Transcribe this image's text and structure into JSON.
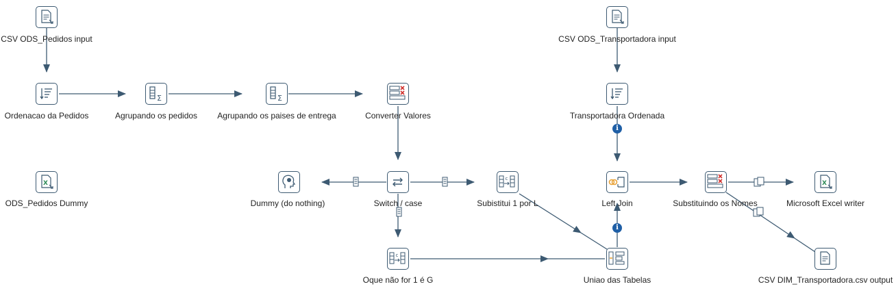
{
  "steps": {
    "csv_pedidos_input": {
      "label": "CSV ODS_Pedidos input",
      "icon": "csv-input-icon"
    },
    "ordenacao_pedidos": {
      "label": "Ordenacao da Pedidos",
      "icon": "sort-icon"
    },
    "agrupando_pedidos": {
      "label": "Agrupando os pedidos",
      "icon": "group-by-icon"
    },
    "agrupando_paises": {
      "label": "Agrupando os paises de entrega",
      "icon": "group-by-icon"
    },
    "converter_valores": {
      "label": "Converter Valores",
      "icon": "value-mapper-icon"
    },
    "ods_pedidos_dummy": {
      "label": "ODS_Pedidos Dummy",
      "icon": "excel-icon"
    },
    "dummy_nothing": {
      "label": "Dummy (do nothing)",
      "icon": "dummy-icon"
    },
    "switch_case": {
      "label": "Switch / case",
      "icon": "switch-case-icon"
    },
    "substitui_1": {
      "label": "Subistitui 1 por L",
      "icon": "replace-string-icon"
    },
    "oque_nao_for": {
      "label": "Oque não for 1 é G",
      "icon": "replace-string-icon"
    },
    "csv_transportadora_input": {
      "label": "CSV ODS_Transportadora input",
      "icon": "csv-input-icon"
    },
    "transportadora_ordenada": {
      "label": "Transportadora Ordenada",
      "icon": "sort-icon"
    },
    "left_join": {
      "label": "Left Join",
      "icon": "join-icon"
    },
    "substituindo_nomes": {
      "label": "Substituindo os Nomes",
      "icon": "value-mapper-icon"
    },
    "excel_writer": {
      "label": "Microsoft Excel writer",
      "icon": "excel-icon"
    },
    "uniao_tabelas": {
      "label": "Uniao das Tabelas",
      "icon": "merge-icon"
    },
    "csv_dim_output": {
      "label": "CSV DIM_Transportadora.csv output",
      "icon": "csv-output-icon"
    }
  },
  "colors": {
    "hop": "#3d5a72",
    "step_border": "#3d5a72",
    "info_badge": "#1f5fa6",
    "map_red": "#d0312d",
    "excel_green": "#2e8b57",
    "join_orange": "#e8a33a"
  }
}
